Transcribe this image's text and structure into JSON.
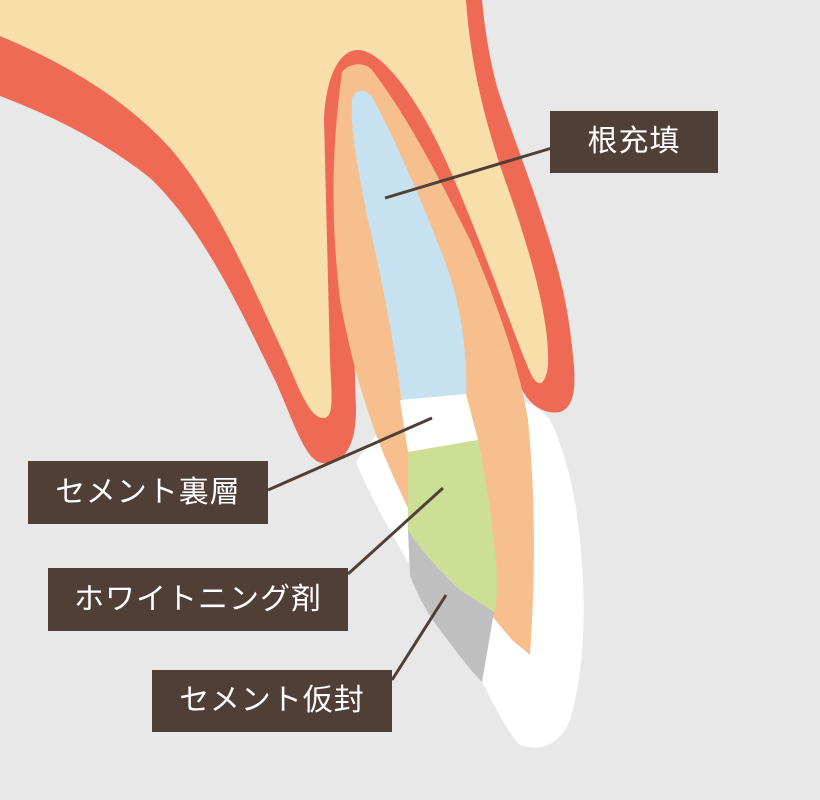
{
  "labels": {
    "root_filling": "根充填",
    "cement_liner": "セメント裏層",
    "whitening_agent": "ホワイトニング剤",
    "temporary_cement_seal": "セメント仮封"
  },
  "colors": {
    "background": "#e8e8e8",
    "gum": "#ef6a55",
    "gum_inner": "#f8dea9",
    "dentin": "#f7bf8e",
    "root_canal_filling": "#c6e1f0",
    "crown_enamel": "#ffffff",
    "whitening_agent": "#cddf94",
    "temporary_seal": "#bfbfbf",
    "label_bg": "#4f3f37",
    "leader_line": "#4f3f37"
  }
}
